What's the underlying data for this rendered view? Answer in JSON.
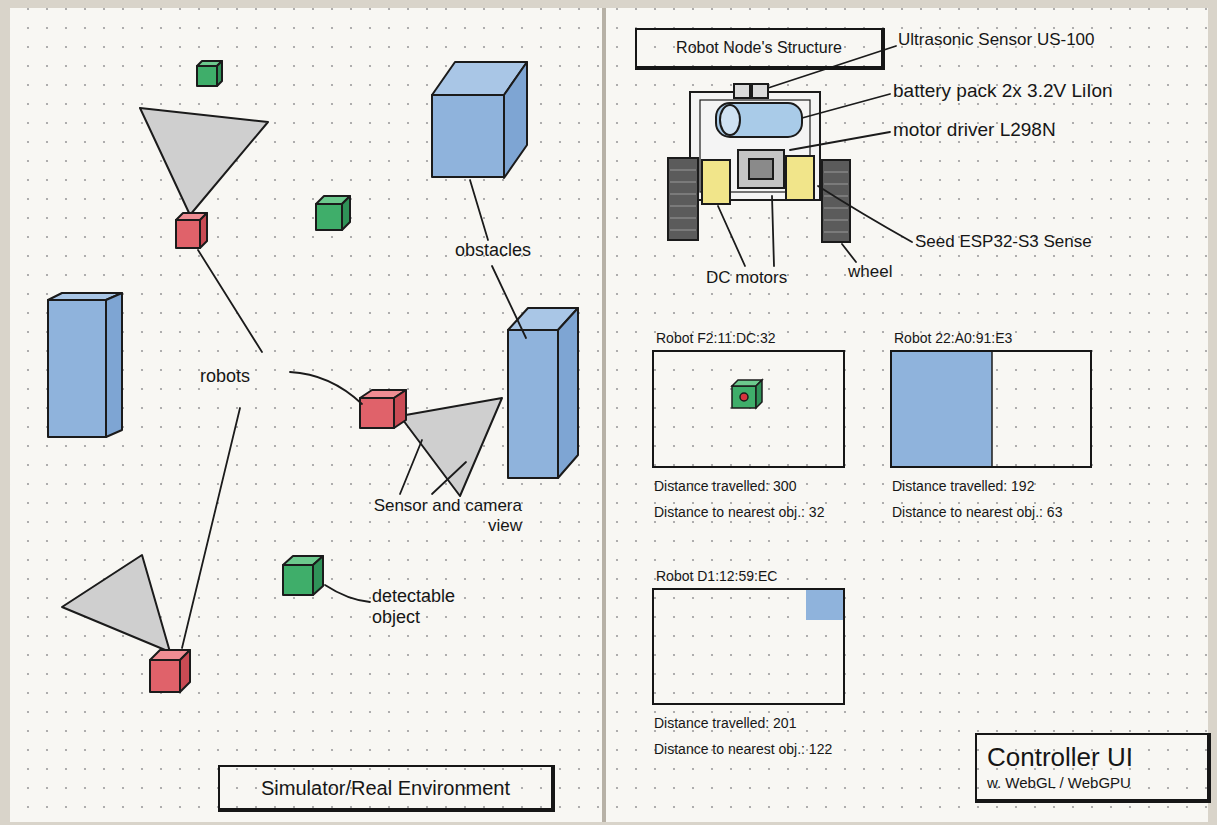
{
  "diagram": {
    "nodes": [
      {
        "text": [
          "Simulator/Real Environment"
        ]
      },
      {
        "text": [
          "Robot Node's Structure"
        ]
      },
      {
        "text": [
          "Robot F2:11:DC:32",
          "Distance travelled: 300",
          "Distance to nearest obj.: 32"
        ]
      },
      {
        "text": [
          "Robot 22:A0:91:E3",
          "Distance travelled: 192",
          "Distance to nearest obj.: 63"
        ]
      },
      {
        "text": [
          "Robot D1:12:59:EC",
          "Distance travelled: 201",
          "Distance to nearest obj.: 122"
        ]
      },
      {
        "text": [
          "Controller UI",
          "w. WebGL / WebGPU"
        ]
      }
    ],
    "labels": [
      "obstacles",
      "robots",
      "Sensor and camera view",
      "detectable object",
      "Ultrasonic Sensor US-100",
      "battery pack 2x 3.2V LiIon",
      "motor driver L298N",
      "Seed ESP32-S3 Sense",
      "DC motors",
      "wheel"
    ]
  }
}
